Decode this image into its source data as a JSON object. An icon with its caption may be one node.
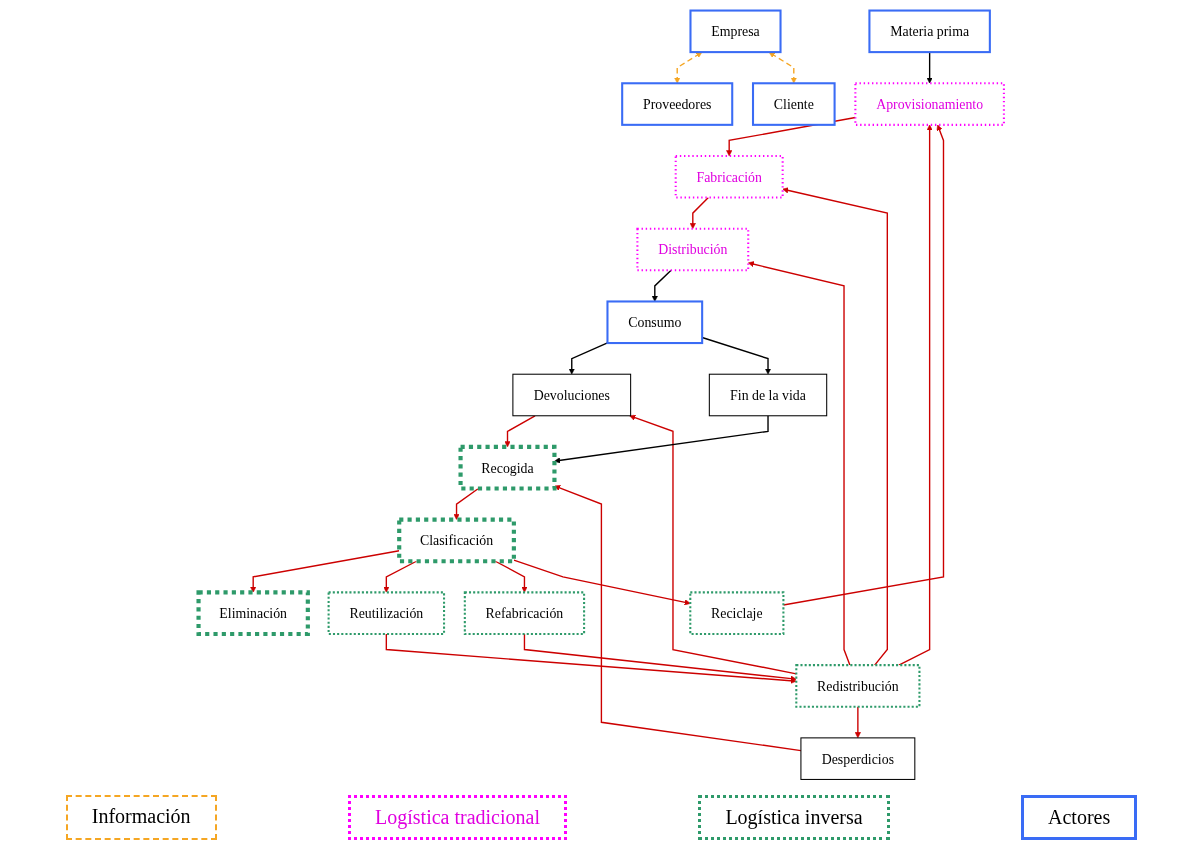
{
  "diagram": {
    "nodes": [
      {
        "text": [
          "Proveedores"
        ]
      },
      {
        "text": [
          "Materia prima"
        ]
      },
      {
        "text": [
          "Empresa"
        ]
      },
      {
        "text": [
          "Cliente"
        ]
      },
      {
        "text": [
          "Aprovisionamiento"
        ]
      },
      {
        "text": [
          "Fabricación"
        ]
      },
      {
        "text": [
          "Distribución"
        ]
      },
      {
        "text": [
          "Consumo"
        ]
      },
      {
        "text": [
          "Desperdicios"
        ]
      },
      {
        "text": [
          "Devoluciones"
        ]
      },
      {
        "text": [
          "Fin de la vida"
        ]
      },
      {
        "text": [
          "Recogida"
        ]
      },
      {
        "text": [
          "Clasificación"
        ]
      },
      {
        "text": [
          "Eliminación"
        ]
      },
      {
        "text": [
          "Reutilización"
        ]
      },
      {
        "text": [
          "Refabricación"
        ]
      },
      {
        "text": [
          "Reciclaje"
        ]
      },
      {
        "text": [
          "Redistribución"
        ]
      }
    ],
    "edges": [
      {
        "from": 2,
        "to": 0,
        "arrow": "both",
        "style": "dashed",
        "color": "#f5a623"
      },
      {
        "from": 2,
        "to": 3,
        "arrow": "both",
        "style": "dashed",
        "color": "#f5a623"
      },
      {
        "from": 1,
        "to": 4,
        "arrow": "to",
        "color": "#000000"
      },
      {
        "from": 4,
        "to": 5,
        "arrow": "to"
      },
      {
        "from": 5,
        "to": 6,
        "arrow": "to"
      },
      {
        "from": 6,
        "to": 7,
        "arrow": "to",
        "color": "#000000"
      },
      {
        "from": 7,
        "to": 9,
        "arrow": "to",
        "color": "#000000"
      },
      {
        "from": 7,
        "to": 10,
        "arrow": "to",
        "color": "#000000"
      },
      {
        "from": 17,
        "to": 4,
        "arrow": "to"
      },
      {
        "from": 17,
        "to": 5,
        "arrow": "to"
      },
      {
        "from": 17,
        "to": 6,
        "arrow": "to"
      },
      {
        "from": 17,
        "to": 8,
        "arrow": "to"
      },
      {
        "from": 17,
        "to": 9,
        "arrow": "to"
      },
      {
        "from": 8,
        "to": 11,
        "arrow": "to"
      },
      {
        "from": 9,
        "to": 11,
        "arrow": "to"
      },
      {
        "from": 10,
        "to": 11,
        "arrow": "to",
        "color": "#000000"
      },
      {
        "from": 11,
        "to": 12,
        "arrow": "to"
      },
      {
        "from": 12,
        "to": 13,
        "arrow": "to"
      },
      {
        "from": 12,
        "to": 14,
        "arrow": "to"
      },
      {
        "from": 12,
        "to": 15,
        "arrow": "to"
      },
      {
        "from": 12,
        "to": 16,
        "arrow": "to"
      },
      {
        "from": 14,
        "to": 17,
        "arrow": "to"
      },
      {
        "from": 15,
        "to": 17,
        "arrow": "to"
      },
      {
        "from": 16,
        "to": 4,
        "arrow": "to"
      }
    ],
    "legend": [
      {
        "text": "Información"
      },
      {
        "text": "Logística tradicional"
      },
      {
        "text": "Logística inversa"
      },
      {
        "text": "Actores"
      }
    ]
  }
}
